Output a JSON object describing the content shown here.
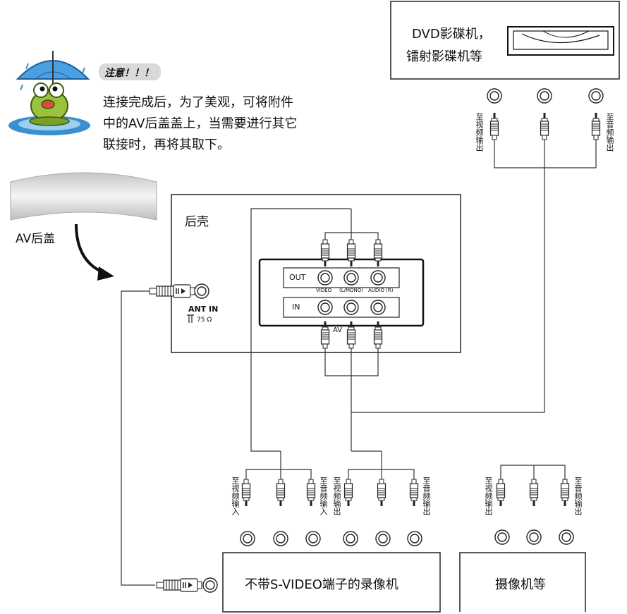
{
  "notice": {
    "title": "注意！！！",
    "lines": [
      "连接完成后，为了美观，可将附件",
      "中的AV后盖盖上，当需要进行其它",
      "联接时，再将其取下。"
    ]
  },
  "av_cover_label": "AV后盖",
  "dvd": {
    "line1": "DVD影碟机，",
    "line2": "镭射影碟机等"
  },
  "rear": {
    "title": "后壳",
    "out": "OUT",
    "in": "IN",
    "video": "VIDEO",
    "audio_l": "(L/MONO)",
    "audio_r": "AUDIO (R)",
    "av": "AV",
    "ant_in": "ANT IN",
    "ohm": "75 Ω"
  },
  "vcr_label": "不带S-VIDEO端子的录像机",
  "camera_label": "摄像机等",
  "plug_labels": {
    "to_video_out": "至视频输出",
    "to_audio_out": "至音频输出",
    "to_video_in": "至视频输入",
    "to_audio_in": "至音频输入"
  }
}
